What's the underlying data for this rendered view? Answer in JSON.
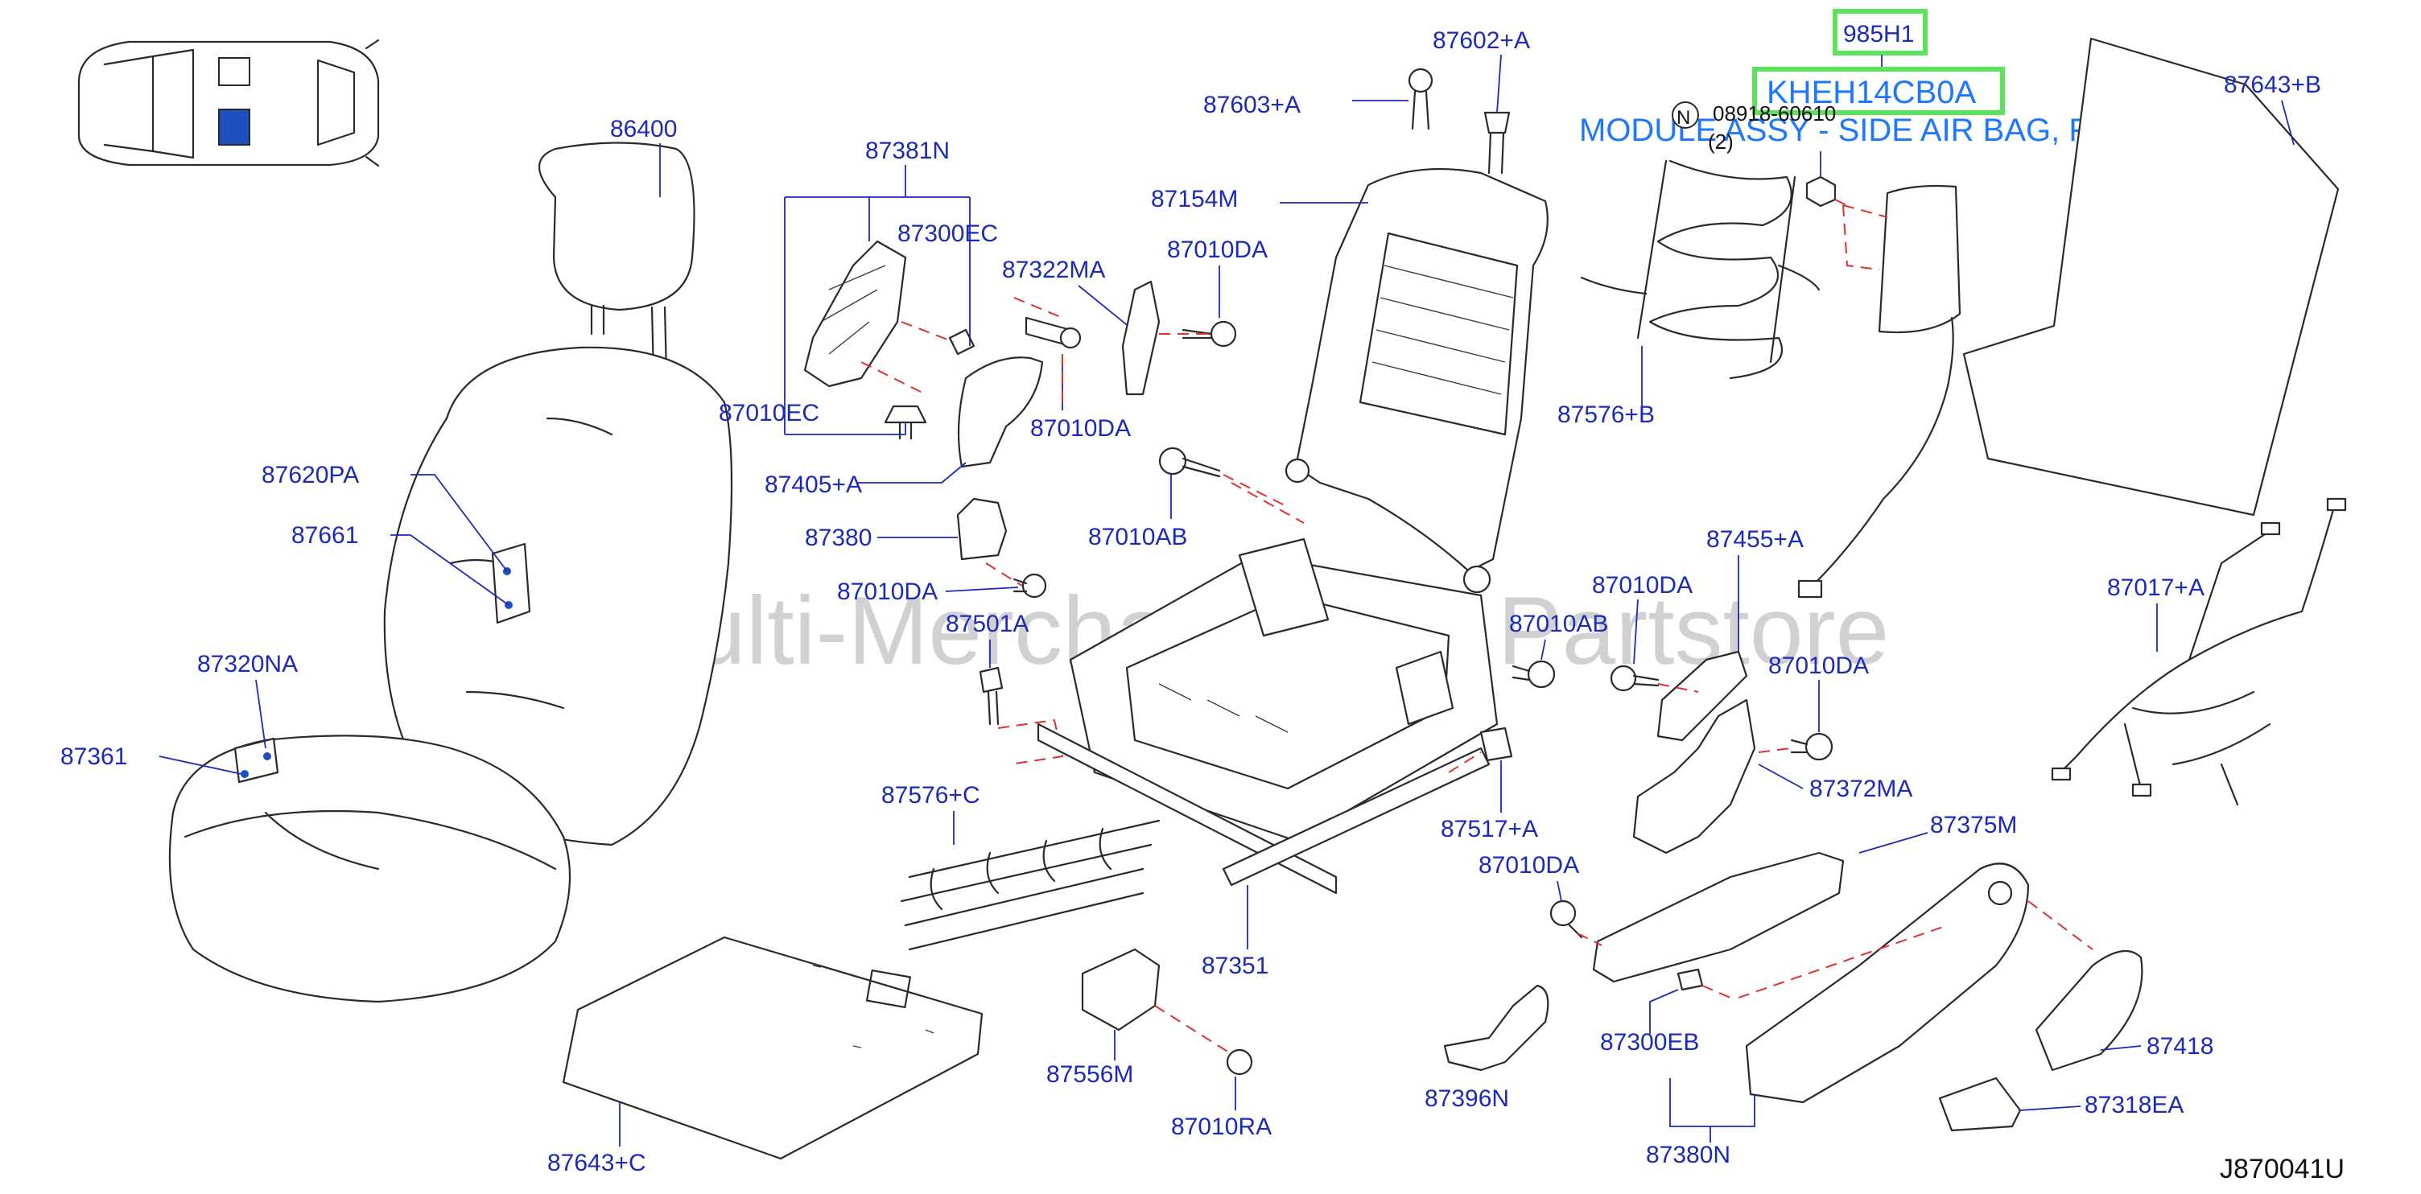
{
  "labels": {
    "p86400": "86400",
    "p87381N": "87381N",
    "p87300EC": "87300EC",
    "p87322MA": "87322MA",
    "p87010DA_1": "87010DA",
    "p87603A": "87603+A",
    "p87602A": "87602+A",
    "p87154M": "87154M",
    "p87643B": "87643+B",
    "p87010EC": "87010EC",
    "p87010DA_2": "87010DA",
    "p87576B": "87576+B",
    "p87620PA": "87620PA",
    "p87405A": "87405+A",
    "p87010AB_1": "87010AB",
    "p87661": "87661",
    "p87380": "87380",
    "p87455A": "87455+A",
    "p87010DA_3": "87010DA",
    "p87010DA_4": "87010DA",
    "p87017A": "87017+A",
    "p87501A": "87501A",
    "p87010AB_2": "87010AB",
    "p87320NA": "87320NA",
    "p87010DA_5": "87010DA",
    "p87361": "87361",
    "p87372MA": "87372MA",
    "p87576C": "87576+C",
    "p87517A": "87517+A",
    "p87375M": "87375M",
    "p87010DA_6": "87010DA",
    "p87351": "87351",
    "p87300EB": "87300EB",
    "p87418": "87418",
    "p87556M": "87556M",
    "p87396N": "87396N",
    "p87318EA": "87318EA",
    "p87010RA": "87010RA",
    "p87643C": "87643+C",
    "p87380N": "87380N"
  },
  "highlight": {
    "code": "985H1",
    "part_number": "KHEH14CB0A",
    "description": "MODULE ASSY - SIDE AIR BAG, FRONT LH"
  },
  "bolt_note": {
    "prefix": "N",
    "number": "08918-60610",
    "qty": "(2)"
  },
  "diagram_ref": "J870041U",
  "watermark": "Multi-Merchant Auto Partstore",
  "colors": {
    "label": "#1c2ab8",
    "highlight_box": "#5be35b",
    "highlight_text": "#1e78ff",
    "dashed_lead": "#e03030",
    "locator_fill": "#1f4fbf"
  }
}
